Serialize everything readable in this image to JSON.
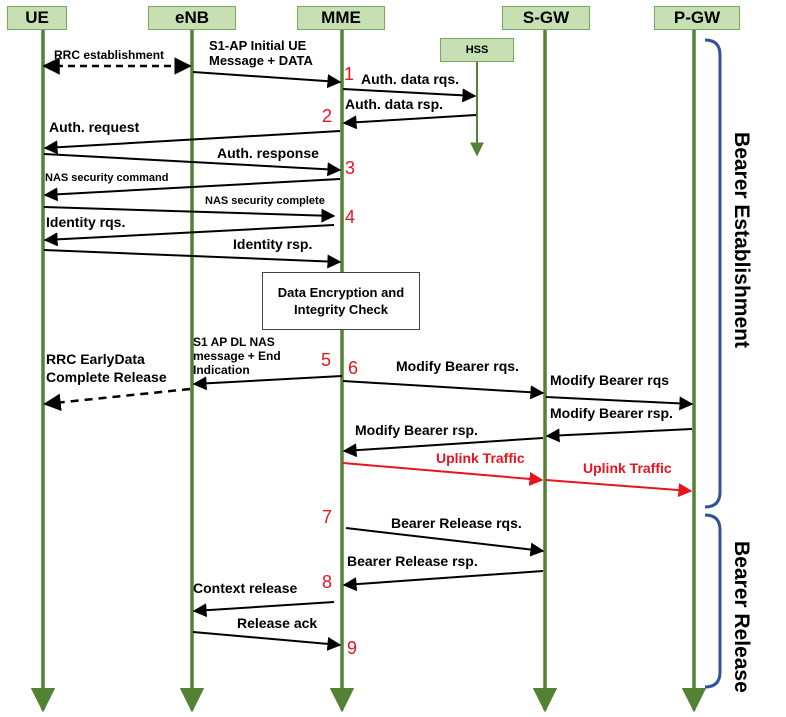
{
  "entities": {
    "ue": "UE",
    "enb": "eNB",
    "mme": "MME",
    "sgw": "S-GW",
    "pgw": "P-GW",
    "hss": "HSS"
  },
  "messages": {
    "rrc_establishment": "RRC establishment",
    "s1ap_initial": "S1-AP Initial UE Message + DATA",
    "auth_data_rqs": "Auth. data rqs.",
    "auth_data_rsp": "Auth. data rsp.",
    "auth_request": "Auth. request",
    "auth_response": "Auth. response",
    "nas_security_command": "NAS security command",
    "nas_security_complete": "NAS security complete",
    "identity_rqs": "Identity rqs.",
    "identity_rsp": "Identity rsp.",
    "data_encryption_check": "Data Encryption and Integrity Check",
    "s1ap_dl_nas": "S1 AP DL NAS message + End Indication",
    "rrc_earlydata": "RRC EarlyData Complete Release",
    "modify_bearer_rqs_1": "Modify Bearer rqs.",
    "modify_bearer_rqs_2": "Modify Bearer rqs",
    "modify_bearer_rsp_1": "Modify Bearer rsp.",
    "modify_bearer_rsp_2": "Modify Bearer rsp.",
    "uplink_traffic_1": "Uplink Traffic",
    "uplink_traffic_2": "Uplink Traffic",
    "bearer_release_rqs": "Bearer Release rqs.",
    "bearer_release_rsp": "Bearer Release rsp.",
    "context_release": "Context release",
    "release_ack": "Release ack"
  },
  "steps": [
    "1",
    "2",
    "3",
    "4",
    "5",
    "6",
    "7",
    "8",
    "9"
  ],
  "phases": {
    "establishment": "Bearer Establishment",
    "release": "Bearer Release"
  },
  "colors": {
    "lifeline": "#548235",
    "arrow": "#000000",
    "highlight": "#e8141e",
    "bracket": "#2f5597",
    "entity_fill": "#c6e0b4"
  }
}
